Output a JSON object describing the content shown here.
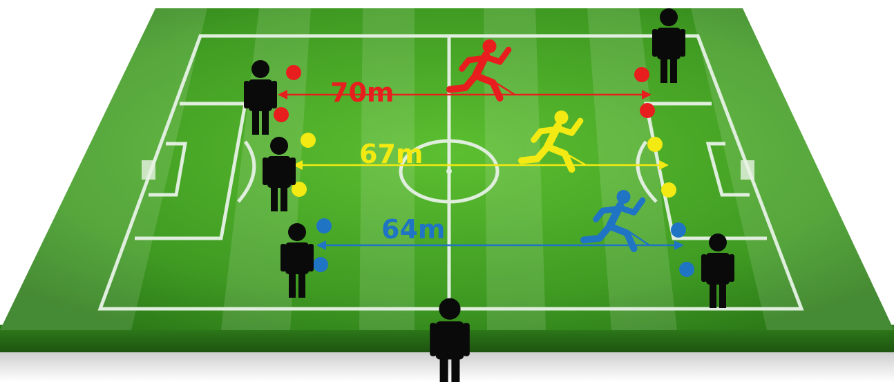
{
  "drills": [
    {
      "distance_label": "70m",
      "color": "#e81e1e"
    },
    {
      "distance_label": "67m",
      "color": "#f2ea12"
    },
    {
      "distance_label": "64m",
      "color": "#1f74c4"
    }
  ],
  "colors": {
    "pitch_light": "#4fae2a",
    "pitch_dark": "#2e7d1a",
    "pitch_edge": "#235e14",
    "pitch_lines": "#dfeedd",
    "figure": "#0a0a0a"
  },
  "icons": {
    "player": "standing-person-icon",
    "runner": "running-person-icon",
    "cone": "cone-dot-icon"
  }
}
